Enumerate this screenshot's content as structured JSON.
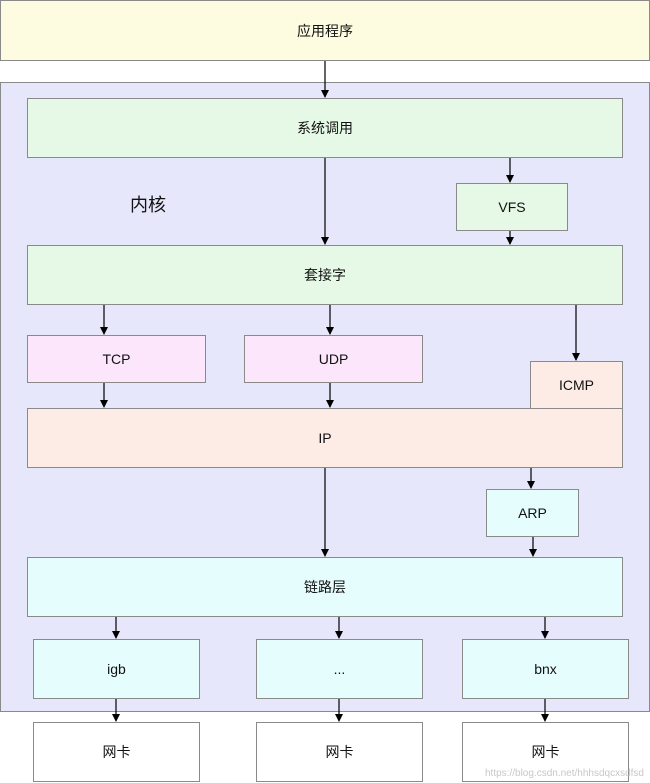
{
  "nodes": {
    "app": "应用程序",
    "kernel_label": "内核",
    "syscall": "系统调用",
    "vfs": "VFS",
    "socket": "套接字",
    "tcp": "TCP",
    "udp": "UDP",
    "icmp": "ICMP",
    "ip": "IP",
    "arp": "ARP",
    "link": "链路层",
    "igb": "igb",
    "dots": "...",
    "bnx": "bnx",
    "nic1": "网卡",
    "nic2": "网卡",
    "nic3": "网卡"
  },
  "watermark": "https://blog.csdn.net/hhhsdqcxsdfsd",
  "colors": {
    "app": "#fdfbe0",
    "kernel": "#e7e7fb",
    "green": "#e6f9e6",
    "pink": "#fbe6fb",
    "salmon": "#fdece6",
    "cyan": "#e6fdfd",
    "arrow": "#000000"
  }
}
